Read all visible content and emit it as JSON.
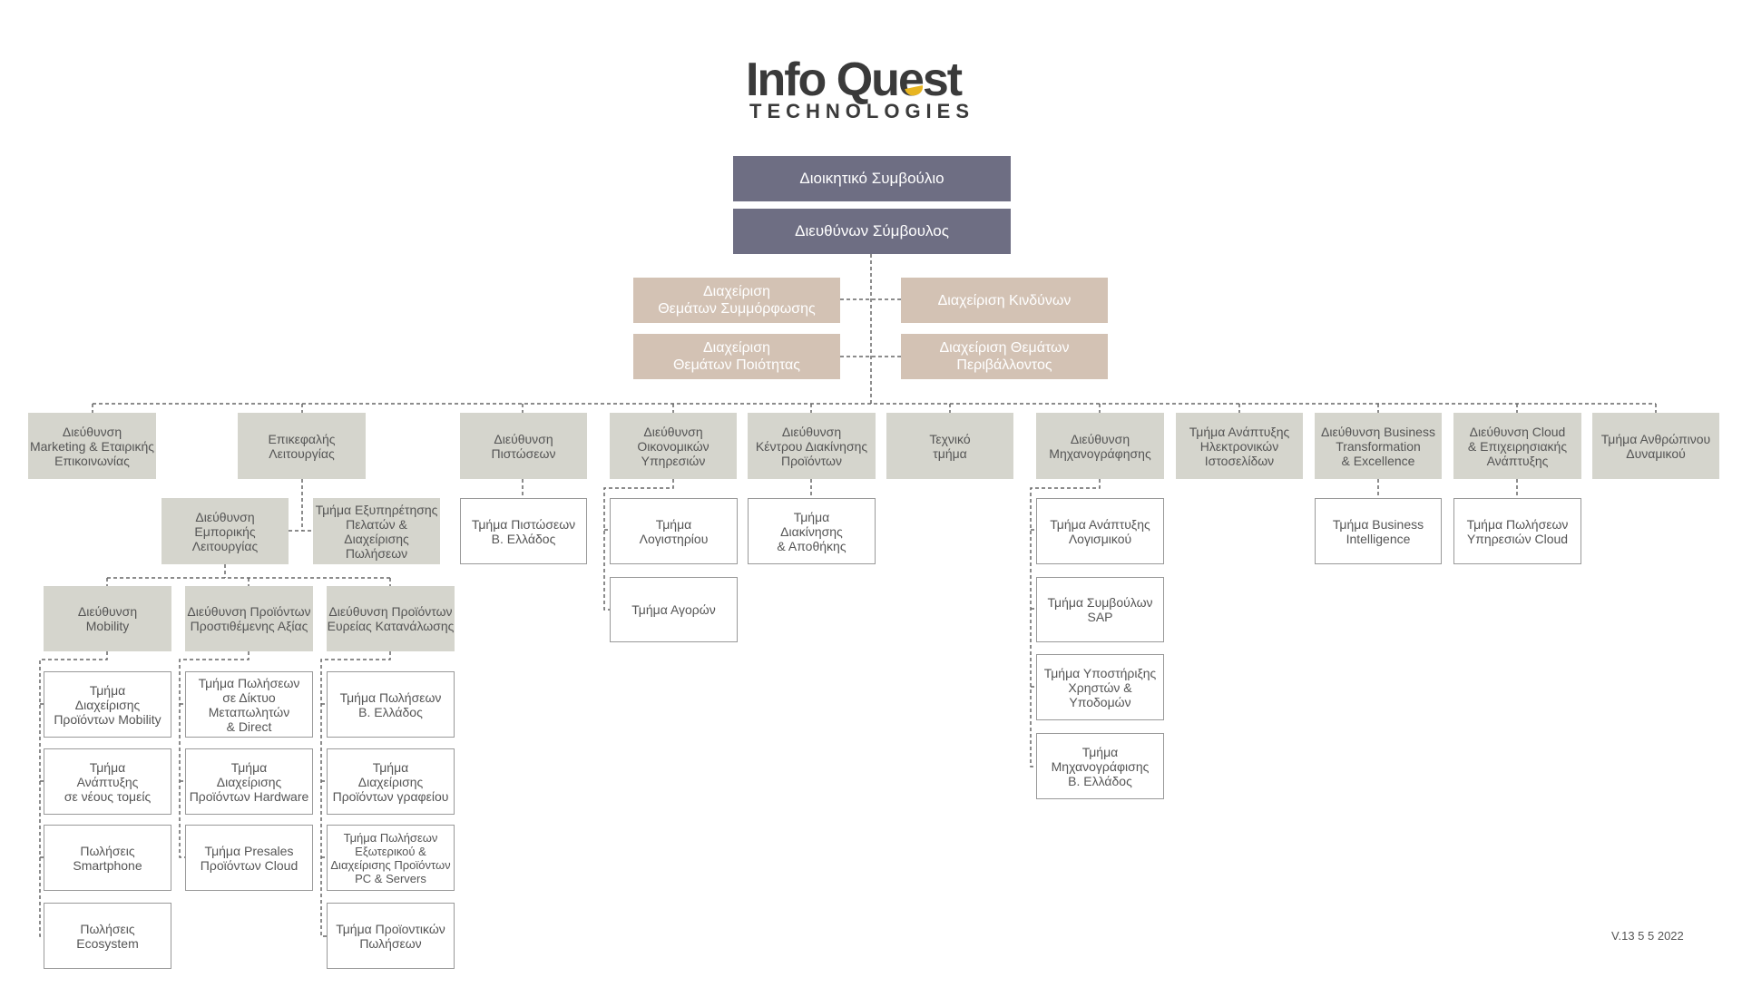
{
  "logo": {
    "main": "Info Quest",
    "sub": "TECHNOLOGIES",
    "accent": "#e8b521"
  },
  "version": "V.13  5 5 2022",
  "colors": {
    "board": "#6e6e83",
    "support": "#d3c2b4",
    "division": "#d5d5cd",
    "department_border": "#999999",
    "connector": "#666666"
  },
  "boxes": {
    "board": "Διοικητικό Συμβούλιο",
    "ceo": "Διευθύνων Σύμβουλος",
    "compliance": "Διαχείριση\nΘεμάτων Συμμόρφωσης",
    "risk": "Διαχείριση Κινδύνων",
    "quality": "Διαχείριση\nΘεμάτων Ποιότητας",
    "environment": "Διαχείριση Θεμάτων\nΠεριβάλλοντος",
    "marketing": "Διεύθυνση\nMarketing & Εταιρικής\nΕπικοινωνίας",
    "ops_head": "Επικεφαλής\nΛειτουργίας",
    "commercial_ops": "Διεύθυνση\nΕμπορικής\nΛειτουργίας",
    "customer_service": "Τμήμα Εξυπηρέτησης\nΠελατών & Διαχείρισης\nΠωλήσεων",
    "mobility": "Διεύθυνση\nMobility",
    "vap": "Διεύθυνση Προϊόντων\nΠροστιθέμενης Αξίας",
    "consumer": "Διεύθυνση Προϊόντων\nΕυρείας Κατανάλωσης",
    "mob_1": "Τμήμα\nΔιαχείρισης\nΠροϊόντων Mobility",
    "mob_2": "Τμήμα\nΑνάπτυξης\nσε νέους τομείς",
    "mob_3": "Πωλήσεις\nSmartphone",
    "mob_4": "Πωλήσεις\nEcosystem",
    "vap_1": "Τμήμα Πωλήσεων\nσε Δίκτυο Μεταπωλητών\n& Direct",
    "vap_2": "Τμήμα\nΔιαχείρισης\nΠροϊόντων Hardware",
    "vap_3": "Τμήμα Presales\nΠροϊόντων Cloud",
    "con_1": "Τμήμα Πωλήσεων\nΒ. Ελλάδος",
    "con_2": "Τμήμα\nΔιαχείρισης\nΠροϊόντων γραφείου",
    "con_3": "Τμήμα Πωλήσεων\nΕξωτερικού &\nΔιαχείρισης Προϊόντων\nPC & Servers",
    "con_4": "Τμήμα Προϊοντικών\nΠωλήσεων",
    "credit": "Διεύθυνση\nΠιστώσεων",
    "credit_1": "Τμήμα Πιστώσεων\nΒ. Ελλάδος",
    "finance": "Διεύθυνση\nΟικονομικών\nΥπηρεσιών",
    "fin_1": "Τμήμα\nΛογιστηρίου",
    "fin_2": "Τμήμα Αγορών",
    "logistics": "Διεύθυνση\nΚέντρου Διακίνησης\nΠροϊόντων",
    "log_1": "Τμήμα\nΔιακίνησης\n& Αποθήκης",
    "technical": "Τεχνικό\nτμήμα",
    "it": "Διεύθυνση\nΜηχανογράφησης",
    "it_1": "Τμήμα Ανάπτυξης\nΛογισμικού",
    "it_2": "Τμήμα Συμβούλων\nSAP",
    "it_3": "Τμήμα Υποστήριξης\nΧρηστών & Υποδομών",
    "it_4": "Τμήμα\nΜηχανογράφισης\nΒ. Ελλάδος",
    "web": "Τμήμα Ανάπτυξης\nΗλεκτρονικών\nΙστοσελίδων",
    "bt": "Διεύθυνση Business\nTransformation\n& Excellence",
    "bt_1": "Τμήμα Business\nIntelligence",
    "cloud": "Διεύθυνση Cloud\n& Επιχειρησιακής\nΑνάπτυξης",
    "cloud_1": "Τμήμα Πωλήσεων\nΥπηρεσιών Cloud",
    "hr": "Τμήμα Ανθρώπινου\nΔυναμικού"
  }
}
